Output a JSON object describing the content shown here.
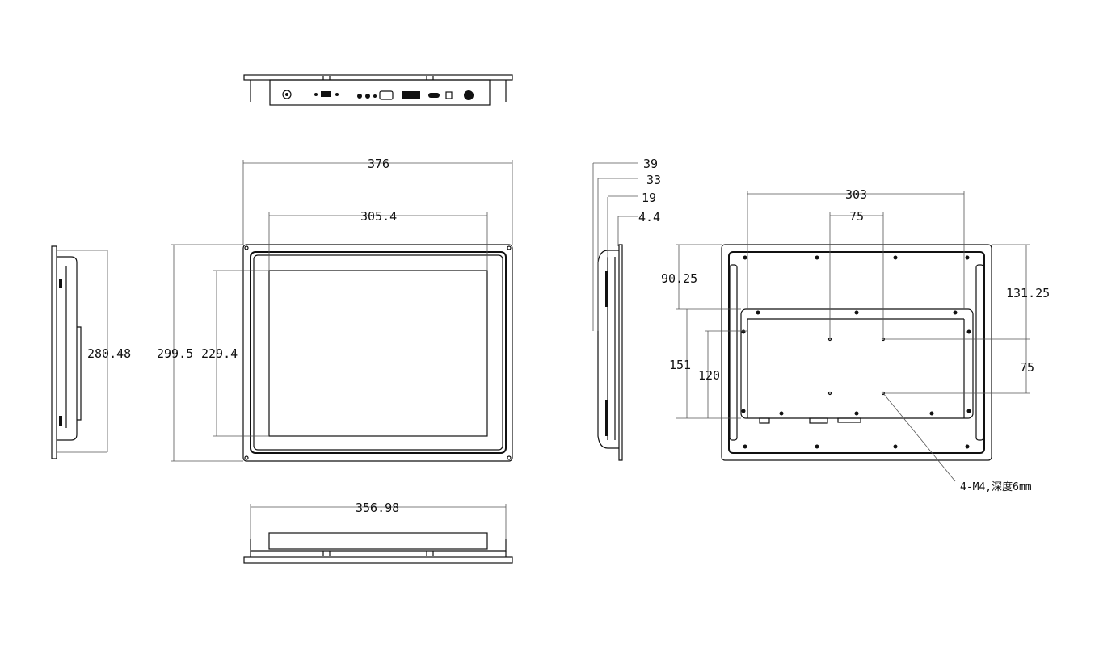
{
  "dimensions": {
    "width_overall": "376",
    "display_width": "305.4",
    "height_overall": "299.5",
    "display_height": "229.4",
    "side_height": "280.48",
    "bottom_width": "356.98",
    "depth_total": "39",
    "depth_33": "33",
    "depth_19": "19",
    "depth_bezel": "4.4",
    "rear_width": "303",
    "vesa_h": "75",
    "rear_top_offset": "90.25",
    "rear_151": "151",
    "rear_120": "120",
    "rear_right_offset": "131.25",
    "vesa_v": "75"
  },
  "callout": "4-M4,深度6mm"
}
